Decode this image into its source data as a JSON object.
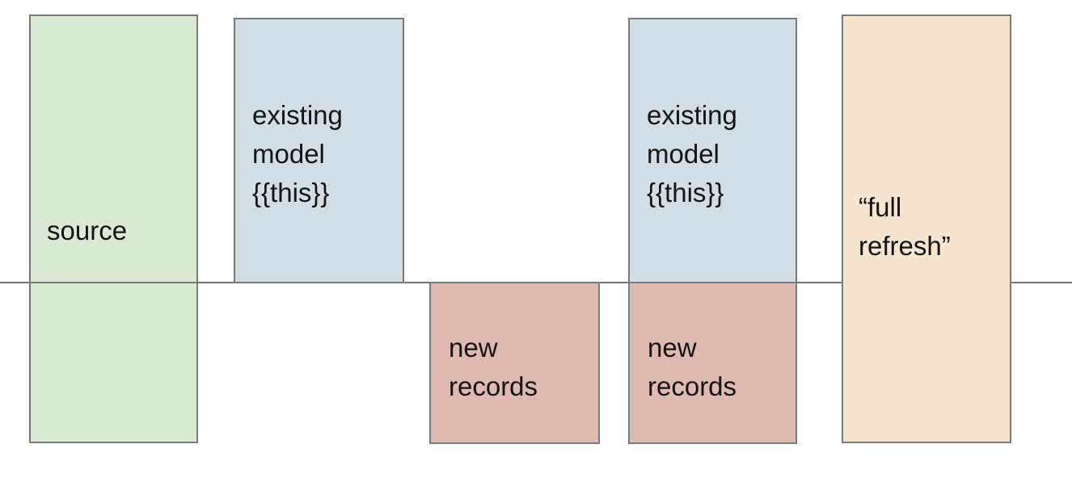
{
  "diagram": {
    "background_color": "#ffffff",
    "text_color": "#141414",
    "border_color": "#7a7a7a",
    "divider_line": {
      "color": "#757575",
      "orientation": "horizontal"
    },
    "boxes": [
      {
        "id": "source",
        "label": "source",
        "lines": [
          "source"
        ],
        "fill": "#dbe8d6",
        "border": "#7a7a7a",
        "position": "spans-divider"
      },
      {
        "id": "existing-model-1",
        "label": "existing model {{this}}",
        "lines": [
          "existing",
          "model",
          "{{this}}"
        ],
        "fill": "#d2dee4",
        "border": "#7a7a7a",
        "position": "above-divider"
      },
      {
        "id": "new-records-1",
        "label": "new records",
        "lines": [
          "new",
          "records"
        ],
        "fill": "#debab1",
        "border": "#7a7a7a",
        "position": "below-divider"
      },
      {
        "id": "existing-model-2",
        "label": "existing model {{this}}",
        "lines": [
          "existing",
          "model",
          "{{this}}"
        ],
        "fill": "#d2dee4",
        "border": "#7a7a7a",
        "position": "above-divider"
      },
      {
        "id": "new-records-2",
        "label": "new records",
        "lines": [
          "new",
          "records"
        ],
        "fill": "#debab1",
        "border": "#7a7a7a",
        "position": "below-divider"
      },
      {
        "id": "full-refresh",
        "label": "“full refresh”",
        "lines": [
          "“full",
          "refresh”"
        ],
        "fill": "#f8e5d0",
        "border": "#7a7a7a",
        "position": "spans-divider"
      }
    ]
  }
}
